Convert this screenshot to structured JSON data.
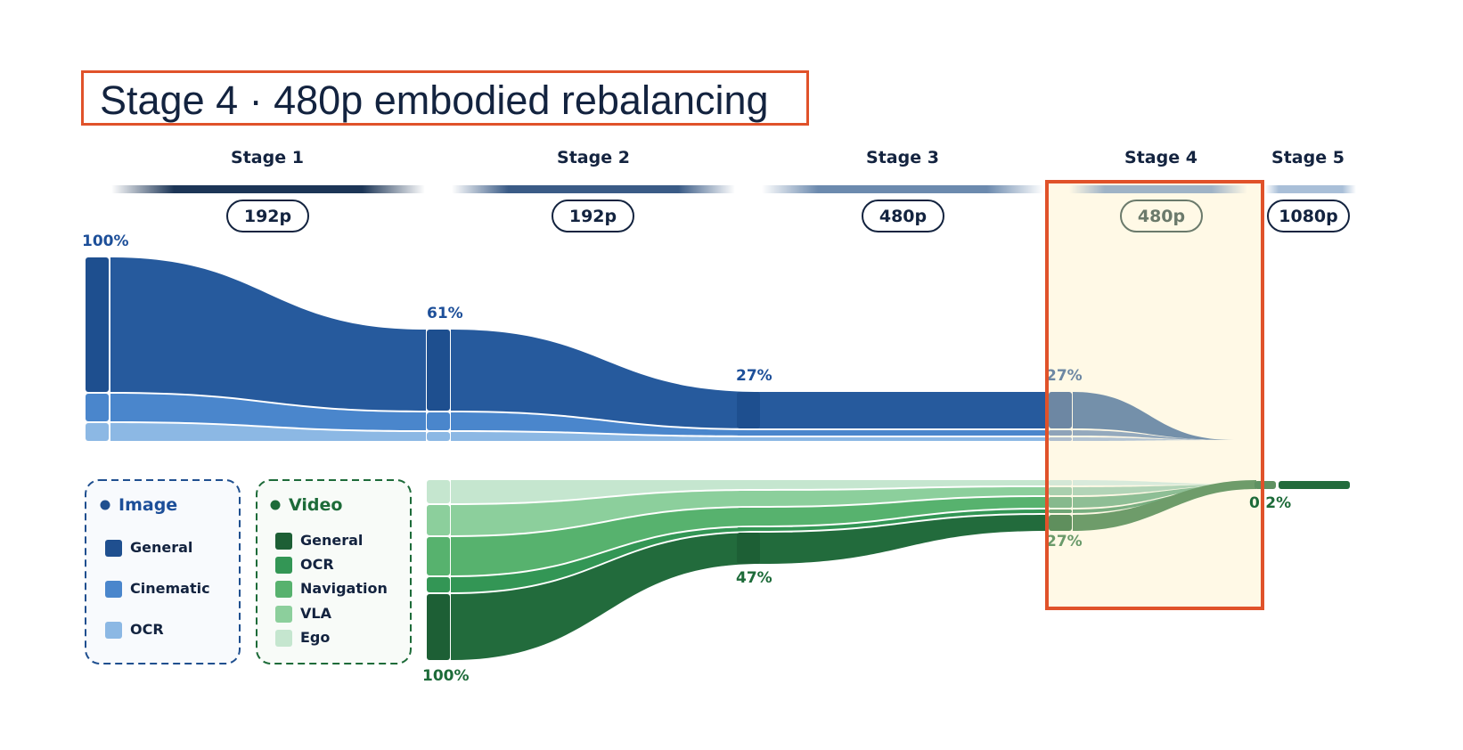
{
  "title": "Stage 4 · 480p embodied rebalancing",
  "stages": [
    {
      "label": "Stage 1",
      "resolution": "192p"
    },
    {
      "label": "Stage 2",
      "resolution": "192p"
    },
    {
      "label": "Stage 3",
      "resolution": "480p"
    },
    {
      "label": "Stage 4",
      "resolution": "480p"
    },
    {
      "label": "Stage 5",
      "resolution": "1080p"
    }
  ],
  "highlighted_stage": "Stage 4",
  "colors": {
    "image_general": "#265a9d",
    "image_cinematic": "#4a86cc",
    "image_ocr": "#8cb8e4",
    "video_general": "#226b3c",
    "video_ocr": "#339655",
    "video_navigation": "#57b26e",
    "video_vla": "#8ccf9c",
    "video_ego": "#c5e6cf",
    "highlight_fill": "#fff9e6",
    "highlight_border": "#e0522a",
    "text_dark": "#13233f",
    "image_label": "#1d4f99",
    "video_label": "#1d6b39"
  },
  "legend": {
    "image": {
      "title": "Image",
      "items": [
        "General",
        "Cinematic",
        "OCR"
      ]
    },
    "video": {
      "title": "Video",
      "items": [
        "General",
        "OCR",
        "Navigation",
        "VLA",
        "Ego"
      ]
    }
  },
  "image_percent_labels": [
    "100%",
    "61%",
    "27%",
    "27%"
  ],
  "video_percent_labels": [
    "100%",
    "47%",
    "27%",
    "0.2%"
  ],
  "flow_data": {
    "image_share_percent": [
      100,
      61,
      27,
      27,
      0
    ],
    "video_share_percent": [
      0,
      100,
      47,
      27,
      0.2
    ]
  }
}
